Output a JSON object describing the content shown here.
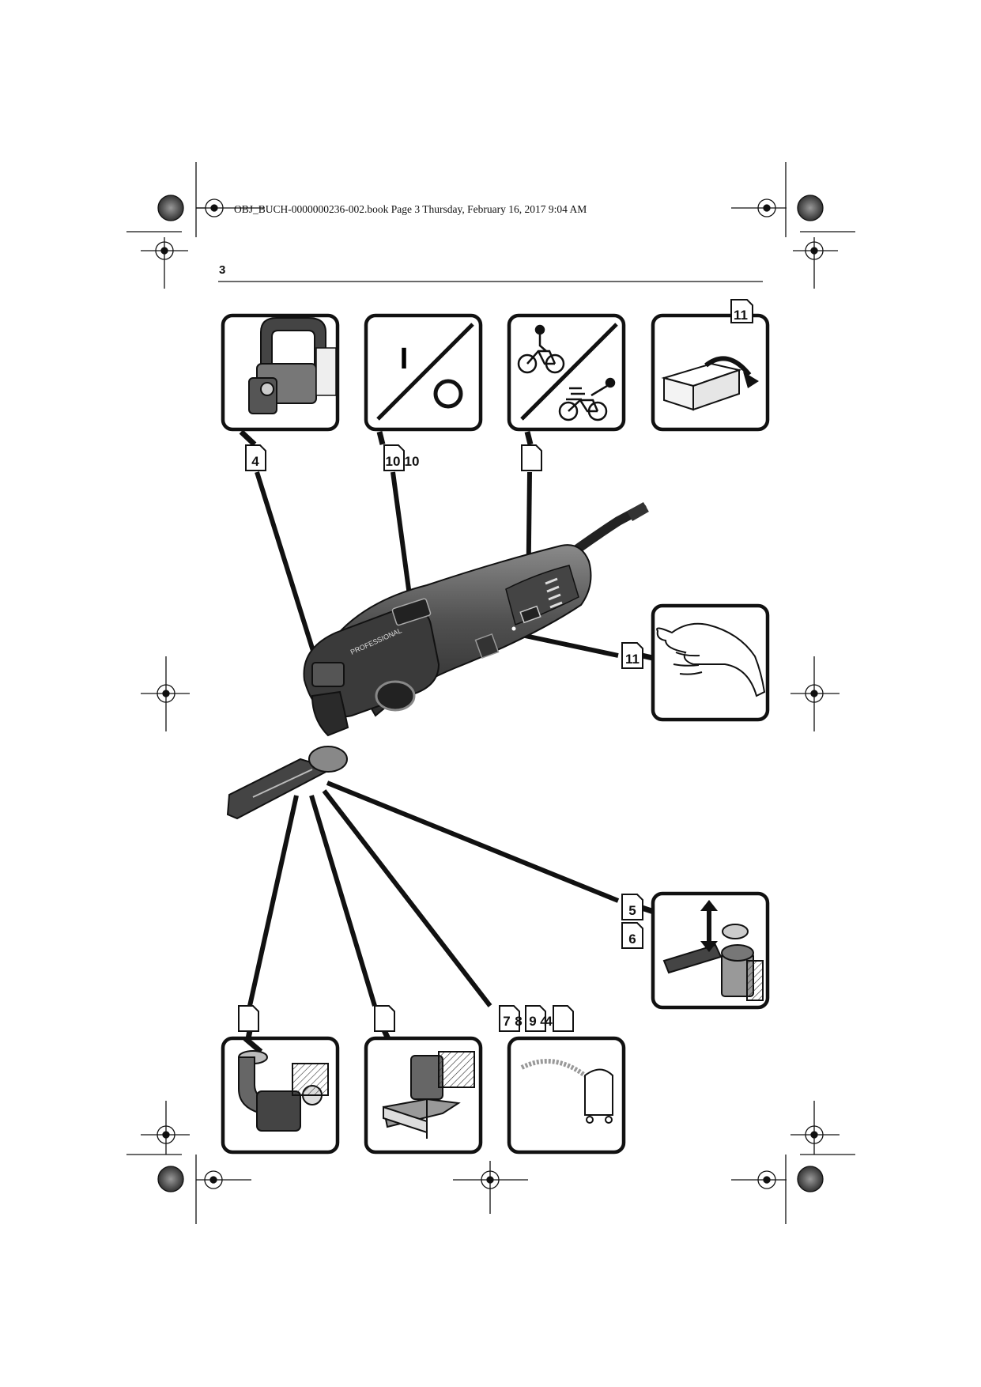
{
  "print_header": "OBJ_BUCH-0000000236-002.book  Page 3  Thursday, February 16, 2017  9:04 AM",
  "page_number": "3",
  "brand_label": "PROFESSIONAL",
  "references": {
    "top_1": "11",
    "left_label_1": "4",
    "left_label_2a": "10",
    "left_label_2b": "10",
    "right_label_hand": "11",
    "right_label_5": "5",
    "right_label_6": "6",
    "bottom_3a": "7",
    "bottom_3b": "8",
    "bottom_3c": "9",
    "bottom_3d": "4",
    "bottom_3e": "4"
  },
  "panel_symbols": {
    "on_symbol": "I",
    "off_symbol": "O"
  }
}
